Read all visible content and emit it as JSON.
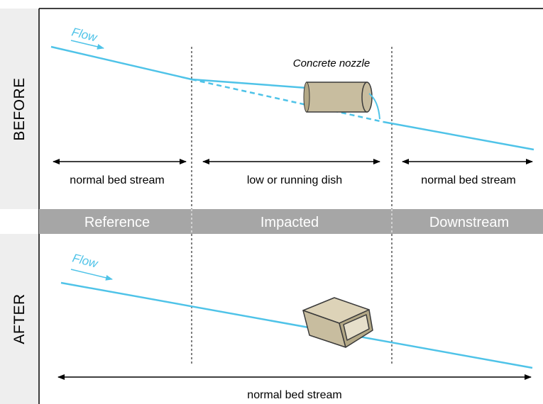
{
  "panels": {
    "before": {
      "label": "BEFORE"
    },
    "after": {
      "label": "AFTER"
    }
  },
  "flow_label": "Flow",
  "nozzle_label": "Concrete nozzle",
  "spans_before": {
    "left": "normal bed stream",
    "middle": "low or running dish",
    "right": "normal bed stream"
  },
  "zones": {
    "reference": "Reference",
    "impacted": "Impacted",
    "downstream": "Downstream"
  },
  "span_after": "normal bed stream",
  "colors": {
    "water": "#4fc3e8",
    "band": "#a6a6a6",
    "culvert_fill": "#c8bd9f",
    "culvert_stroke": "#3a3a3a",
    "side_panel": "#eeeeee"
  }
}
